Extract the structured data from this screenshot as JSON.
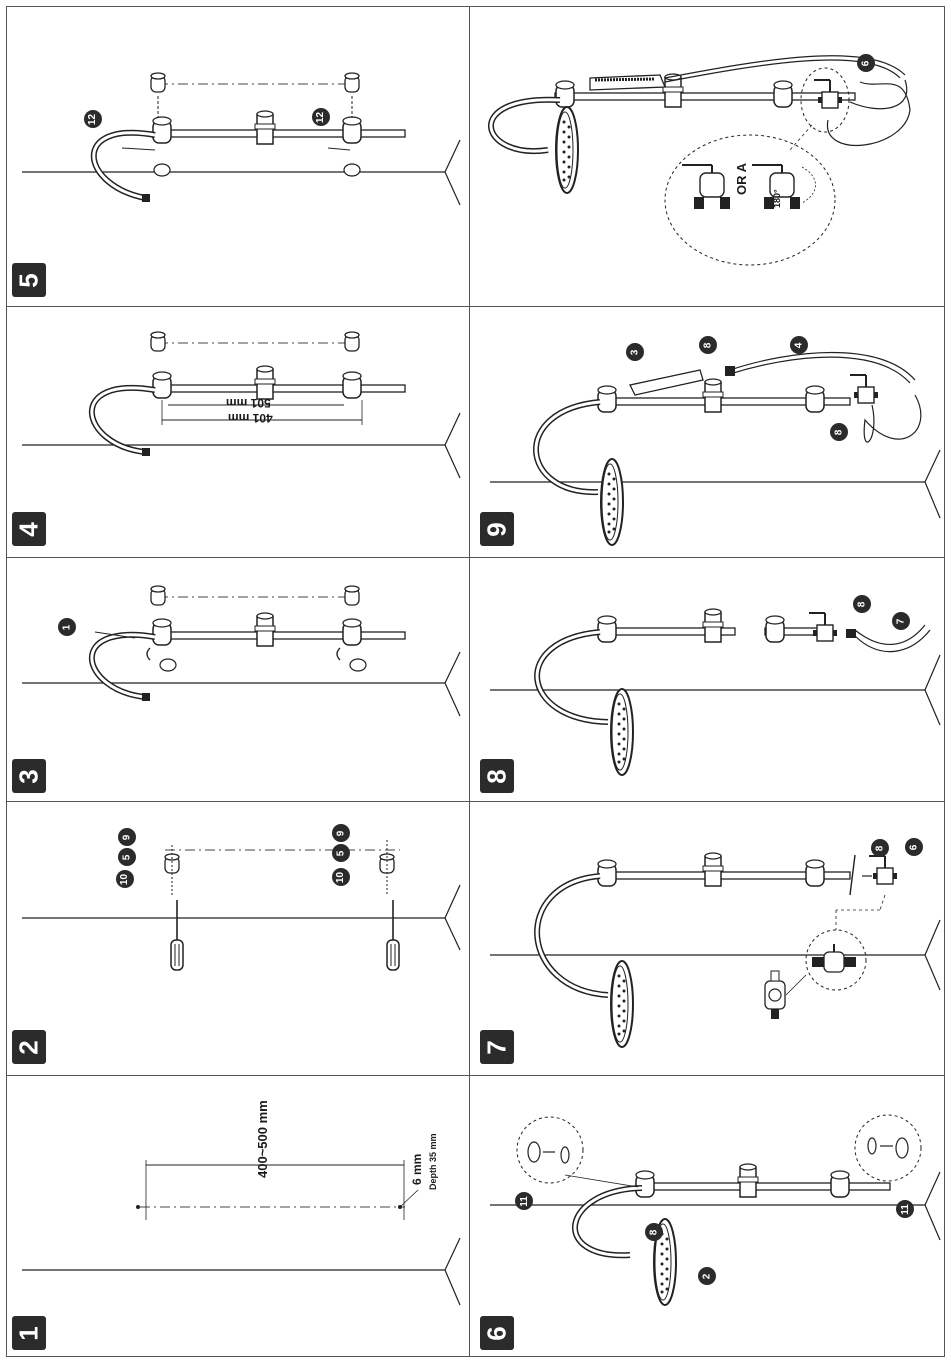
{
  "steps": {
    "s1": "1",
    "s2": "2",
    "s3": "3",
    "s4": "4",
    "s5": "5",
    "s6": "6",
    "s7": "7",
    "s8": "8",
    "s9": "9"
  },
  "dimensions": {
    "spacing": "400~500 mm",
    "hole_dia": "6 mm",
    "depth": "Depth 35 mm",
    "len_401": "401 mm",
    "len_501": "501 mm",
    "or_a": "OR A",
    "angle": "180°"
  },
  "callouts": {
    "p1": "1",
    "p2": "2",
    "p3": "3",
    "p4": "4",
    "p5": "5",
    "p6": "6",
    "p7": "7",
    "p8": "8",
    "p9": "9",
    "p10": "10",
    "p11": "11",
    "p12": "12"
  }
}
